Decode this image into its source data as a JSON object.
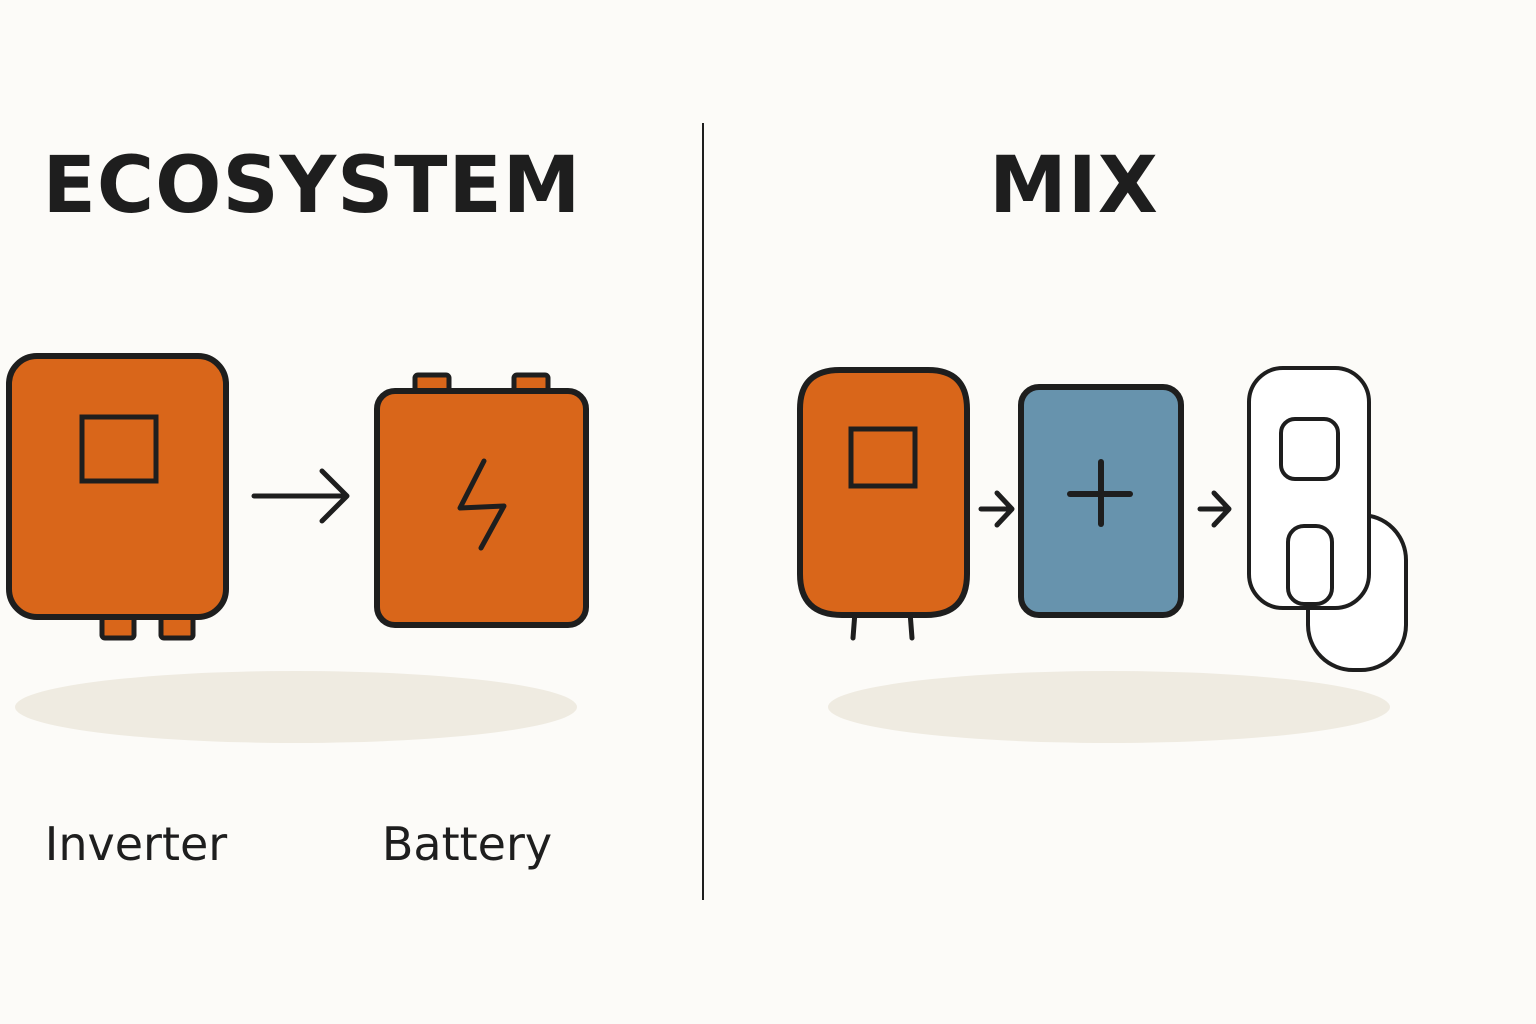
{
  "colors": {
    "background": "#fcfbf8",
    "outline": "#1e1e1e",
    "orange": "#d9661a",
    "blue": "#6793ad",
    "shadow": "#efebe1",
    "white": "#ffffff"
  },
  "left_panel": {
    "title": "ECOSYSTEM",
    "inverter_label": "Inverter",
    "battery_label": "Battery",
    "inverter_icon": "inverter-icon",
    "battery_icon": "battery-bolt-icon"
  },
  "right_panel": {
    "title": "MIX",
    "inverter_icon": "inverter-icon",
    "battery_icon": "battery-plus-icon",
    "charger_icon": "ev-charger-icon"
  }
}
